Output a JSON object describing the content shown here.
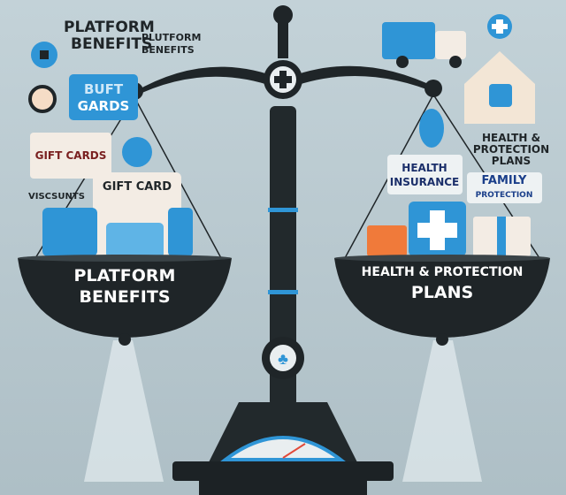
{
  "left_labels": {
    "title_line1": "PLATFORM",
    "title_line2": "BENEFITS",
    "small_line1": "PLUTFORM",
    "small_line2": "BENEFITS",
    "blue_card_line1": "BUFT",
    "blue_card_line2": "GARDS",
    "gift_cards": "GIFT CARDS",
    "discounts": "VISCSUNTS",
    "gift_card": "GIFT CARD"
  },
  "left_pan": {
    "line1": "PLATFORM",
    "line2": "BENEFITS"
  },
  "right_labels": {
    "title_line1": "HEALTH &",
    "title_line2": "PROTECTION",
    "title_line3": "PLANS",
    "insurance_line1": "HEALTH",
    "insurance_line2": "INSURANCE",
    "family_line1": "FAMILY",
    "family_line2": "PROTECTION"
  },
  "right_pan": {
    "line1": "HEALTH & PROTECTION",
    "line2": "PLANS"
  },
  "colors": {
    "accent_blue": "#2f95d6",
    "dark": "#1f2528",
    "orange": "#f07a3a",
    "background": "#b8c9cf"
  }
}
